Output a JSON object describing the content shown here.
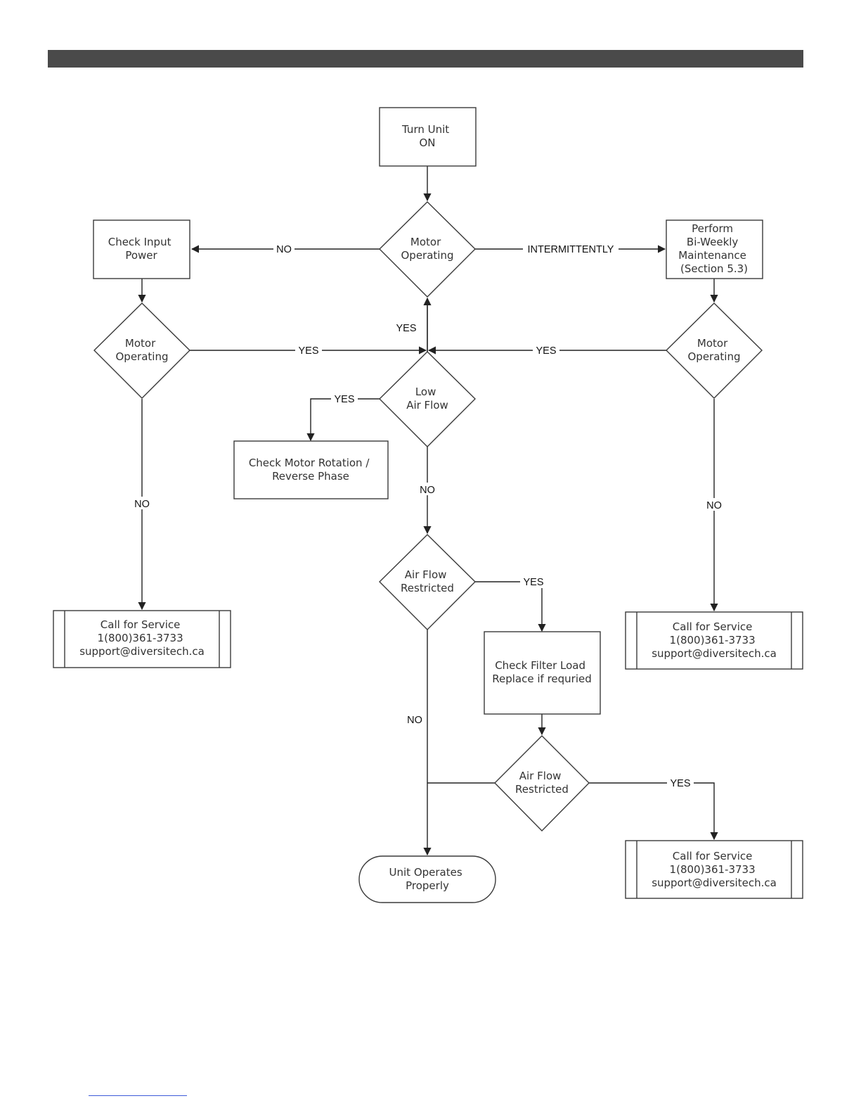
{
  "nodes": {
    "turn_on": [
      "Turn Unit",
      "ON"
    ],
    "motor_op_main": [
      "Motor",
      "Operating"
    ],
    "check_input_power": [
      "Check Input",
      "Power"
    ],
    "bi_weekly": [
      "Perform",
      "Bi-Weekly",
      "Maintenance",
      "(Section 5.3)"
    ],
    "motor_op_left": [
      "Motor",
      "Operating"
    ],
    "motor_op_right": [
      "Motor",
      "Operating"
    ],
    "low_air_flow": [
      "Low",
      "Air Flow"
    ],
    "check_rotation": [
      "Check Motor Rotation /",
      "Reverse Phase"
    ],
    "air_flow_restricted_1": [
      "Air Flow",
      "Restricted"
    ],
    "check_filter": [
      "Check Filter Load",
      "Replace if requried"
    ],
    "air_flow_restricted_2": [
      "Air Flow",
      "Restricted"
    ],
    "service_left": [
      "Call for Service",
      "1(800)361-3733",
      "support@diversitech.ca"
    ],
    "service_right": [
      "Call for Service",
      "1(800)361-3733",
      "support@diversitech.ca"
    ],
    "service_bottom": [
      "Call for Service",
      "1(800)361-3733",
      "support@diversitech.ca"
    ],
    "unit_operates": [
      "Unit Operates",
      "Properly"
    ]
  },
  "edge_labels": {
    "main_no": "NO",
    "main_intermittently": "INTERMITTENTLY",
    "main_yes": "YES",
    "left_yes": "YES",
    "right_yes": "YES",
    "low_air_yes": "YES",
    "left_no": "NO",
    "low_air_no": "NO",
    "right_no": "NO",
    "restricted1_yes": "YES",
    "restricted1_no": "NO",
    "restricted2_yes": "YES"
  }
}
